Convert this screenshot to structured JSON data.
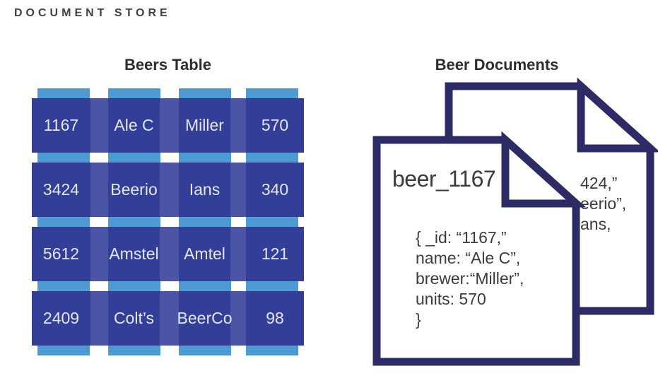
{
  "page": {
    "title": "DOCUMENT STORE"
  },
  "colors": {
    "column_light_blue": "#4E9BD4",
    "row_slate_blue": "#4C55A5",
    "cell_navy": "#333E99",
    "document_outline_indigo": "#2D2B66",
    "cell_text": "#E3E6F3",
    "heading_text": "#2E2E2E",
    "kicker_text": "#3C434B",
    "document_text": "#3C3C3C"
  },
  "beers_table": {
    "title": "Beers Table",
    "rows": [
      {
        "cells": [
          "1167",
          "Ale C",
          "Miller",
          "570"
        ]
      },
      {
        "cells": [
          "3424",
          "Beerio",
          "Ians",
          "340"
        ]
      },
      {
        "cells": [
          "5612",
          "Amstel",
          "Amtel",
          "121"
        ]
      },
      {
        "cells": [
          "2409",
          "Colt’s",
          "BeerCo",
          "98"
        ]
      }
    ]
  },
  "beer_documents": {
    "title": "Beer Documents",
    "front_document": {
      "title": "beer_1167",
      "body_lines": [
        "{ _id: “1167,”",
        "name: “Ale C”,",
        "brewer:“Miller”,",
        "units: 570",
        "}"
      ]
    },
    "back_document": {
      "visible_fragments": [
        "424,”",
        "eerio”,",
        "ans,"
      ]
    }
  }
}
